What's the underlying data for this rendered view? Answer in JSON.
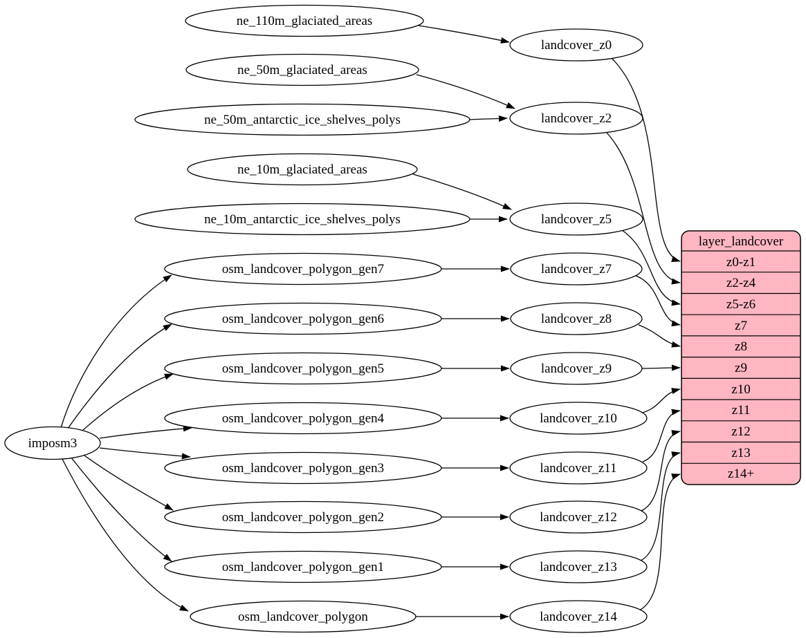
{
  "diagram": {
    "kind": "dependency-graph",
    "description_visible": false,
    "background": "#ffffff",
    "edge_color": "#000000",
    "node_fill": "#ffffff",
    "node_stroke": "#000000"
  },
  "nodes": {
    "imposm3": {
      "label": "imposm3"
    },
    "ne_110m_glaciated_areas": {
      "label": "ne_110m_glaciated_areas"
    },
    "ne_50m_glaciated_areas": {
      "label": "ne_50m_glaciated_areas"
    },
    "ne_50m_antarctic_ice_shelves_polys": {
      "label": "ne_50m_antarctic_ice_shelves_polys"
    },
    "ne_10m_glaciated_areas": {
      "label": "ne_10m_glaciated_areas"
    },
    "ne_10m_antarctic_ice_shelves_polys": {
      "label": "ne_10m_antarctic_ice_shelves_polys"
    },
    "osm_landcover_polygon_gen7": {
      "label": "osm_landcover_polygon_gen7"
    },
    "osm_landcover_polygon_gen6": {
      "label": "osm_landcover_polygon_gen6"
    },
    "osm_landcover_polygon_gen5": {
      "label": "osm_landcover_polygon_gen5"
    },
    "osm_landcover_polygon_gen4": {
      "label": "osm_landcover_polygon_gen4"
    },
    "osm_landcover_polygon_gen3": {
      "label": "osm_landcover_polygon_gen3"
    },
    "osm_landcover_polygon_gen2": {
      "label": "osm_landcover_polygon_gen2"
    },
    "osm_landcover_polygon_gen1": {
      "label": "osm_landcover_polygon_gen1"
    },
    "osm_landcover_polygon": {
      "label": "osm_landcover_polygon"
    },
    "landcover_z0": {
      "label": "landcover_z0"
    },
    "landcover_z2": {
      "label": "landcover_z2"
    },
    "landcover_z5": {
      "label": "landcover_z5"
    },
    "landcover_z7": {
      "label": "landcover_z7"
    },
    "landcover_z8": {
      "label": "landcover_z8"
    },
    "landcover_z9": {
      "label": "landcover_z9"
    },
    "landcover_z10": {
      "label": "landcover_z10"
    },
    "landcover_z11": {
      "label": "landcover_z11"
    },
    "landcover_z12": {
      "label": "landcover_z12"
    },
    "landcover_z13": {
      "label": "landcover_z13"
    },
    "landcover_z14": {
      "label": "landcover_z14"
    }
  },
  "record": {
    "title": "layer_landcover",
    "fill": "#ffb6c1",
    "rows": [
      "z0-z1",
      "z2-z4",
      "z5-z6",
      "z7",
      "z8",
      "z9",
      "z10",
      "z11",
      "z12",
      "z13",
      "z14+"
    ]
  },
  "edges": [
    {
      "from": "ne_110m_glaciated_areas",
      "to": "landcover_z0"
    },
    {
      "from": "ne_50m_glaciated_areas",
      "to": "landcover_z2"
    },
    {
      "from": "ne_50m_antarctic_ice_shelves_polys",
      "to": "landcover_z2"
    },
    {
      "from": "ne_10m_glaciated_areas",
      "to": "landcover_z5"
    },
    {
      "from": "ne_10m_antarctic_ice_shelves_polys",
      "to": "landcover_z5"
    },
    {
      "from": "osm_landcover_polygon_gen7",
      "to": "landcover_z7"
    },
    {
      "from": "osm_landcover_polygon_gen6",
      "to": "landcover_z8"
    },
    {
      "from": "osm_landcover_polygon_gen5",
      "to": "landcover_z9"
    },
    {
      "from": "osm_landcover_polygon_gen4",
      "to": "landcover_z10"
    },
    {
      "from": "osm_landcover_polygon_gen3",
      "to": "landcover_z11"
    },
    {
      "from": "osm_landcover_polygon_gen2",
      "to": "landcover_z12"
    },
    {
      "from": "osm_landcover_polygon_gen1",
      "to": "landcover_z13"
    },
    {
      "from": "osm_landcover_polygon",
      "to": "landcover_z14"
    },
    {
      "from": "imposm3",
      "to": "osm_landcover_polygon_gen7"
    },
    {
      "from": "imposm3",
      "to": "osm_landcover_polygon_gen6"
    },
    {
      "from": "imposm3",
      "to": "osm_landcover_polygon_gen5"
    },
    {
      "from": "imposm3",
      "to": "osm_landcover_polygon_gen4"
    },
    {
      "from": "imposm3",
      "to": "osm_landcover_polygon_gen3"
    },
    {
      "from": "imposm3",
      "to": "osm_landcover_polygon_gen2"
    },
    {
      "from": "imposm3",
      "to": "osm_landcover_polygon_gen1"
    },
    {
      "from": "imposm3",
      "to": "osm_landcover_polygon"
    },
    {
      "from": "landcover_z0",
      "to": "layer_landcover",
      "port": "z0-z1"
    },
    {
      "from": "landcover_z2",
      "to": "layer_landcover",
      "port": "z2-z4"
    },
    {
      "from": "landcover_z5",
      "to": "layer_landcover",
      "port": "z5-z6"
    },
    {
      "from": "landcover_z7",
      "to": "layer_landcover",
      "port": "z7"
    },
    {
      "from": "landcover_z8",
      "to": "layer_landcover",
      "port": "z8"
    },
    {
      "from": "landcover_z9",
      "to": "layer_landcover",
      "port": "z9"
    },
    {
      "from": "landcover_z10",
      "to": "layer_landcover",
      "port": "z10"
    },
    {
      "from": "landcover_z11",
      "to": "layer_landcover",
      "port": "z11"
    },
    {
      "from": "landcover_z12",
      "to": "layer_landcover",
      "port": "z12"
    },
    {
      "from": "landcover_z13",
      "to": "layer_landcover",
      "port": "z13"
    },
    {
      "from": "landcover_z14",
      "to": "layer_landcover",
      "port": "z14+"
    }
  ]
}
